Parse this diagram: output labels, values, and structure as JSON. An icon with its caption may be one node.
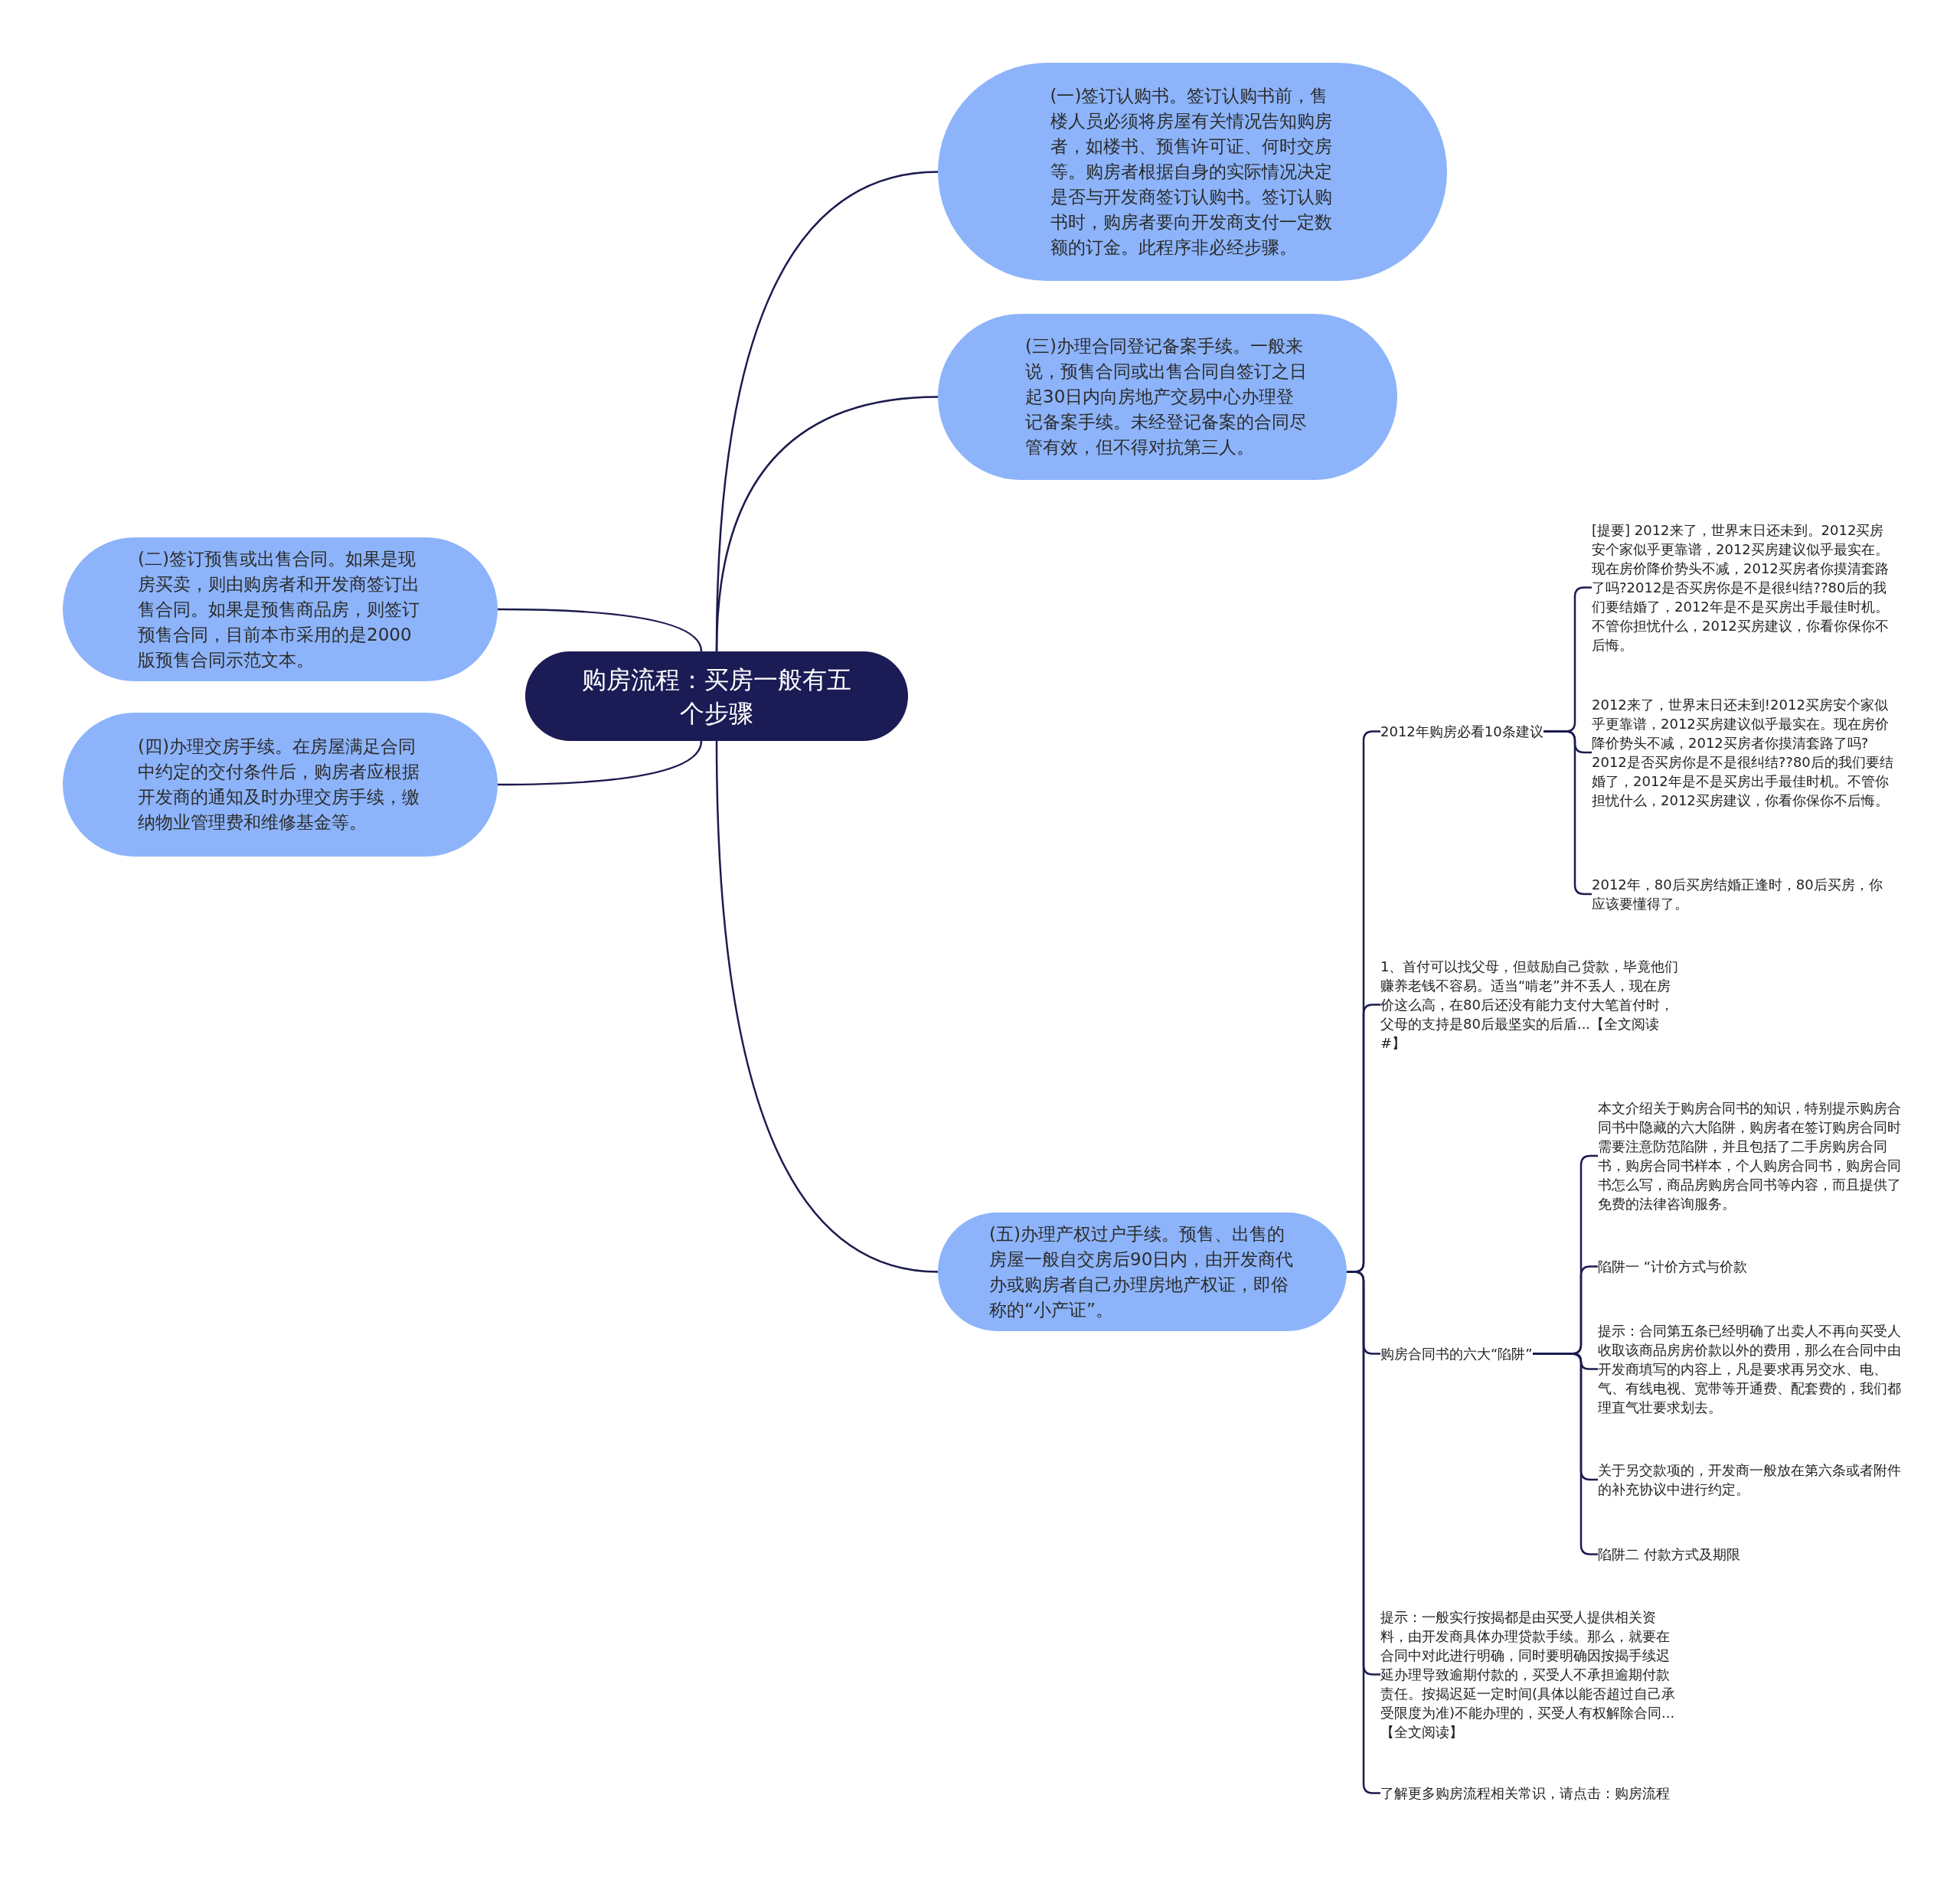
{
  "diagram": {
    "nodes": [
      {
        "text": [
          "购房流程：买房一般有五个步骤"
        ]
      },
      {
        "text": [
          "(一)签订认购书。签订认购书前，售楼人员必须将房屋有关情况告知购房者，如楼书、预售许可证、何时交房等。购房者根据自身的实际情况决定是否与开发商签订认购书。签订认购书时，购房者要向开发商支付一定数额的订金。此程序非必经步骤。"
        ]
      },
      {
        "text": [
          "(三)办理合同登记备案手续。一般来说，预售合同或出售合同自签订之日起30日内向房地产交易中心办理登记备案手续。未经登记备案的合同尽管有效，但不得对抗第三人。"
        ]
      },
      {
        "text": [
          "(二)签订预售或出售合同。如果是现房买卖，则由购房者和开发商签订出售合同。如果是预售商品房，则签订预售合同，目前本市采用的是2000 版预售合同示范文本。"
        ]
      },
      {
        "text": [
          "(四)办理交房手续。在房屋满足合同中约定的交付条件后，购房者应根据开发商的通知及时办理交房手续，缴纳物业管理费和维修基金等。"
        ]
      },
      {
        "text": [
          "(五)办理产权过户手续。预售、出售的房屋一般自交房后90日内，由开发商代办或购房者自己办理房地产权证，即俗称的“小产证”。"
        ]
      },
      {
        "text": [
          "2012年购房必看10条建议"
        ]
      },
      {
        "text": [
          "1、首付可以找父母，但鼓励自己贷款，毕竟他们赚养老钱不容易。适当“啃老”并不丢人，现在房价这么高，在80后还没有能力支付大笔首付时，父母的支持是80后最坚实的后盾...【全文阅读#】"
        ]
      },
      {
        "text": [
          "购房合同书的六大“陷阱”"
        ]
      },
      {
        "text": [
          "提示：一般实行按揭都是由买受人提供相关资料，由开发商具体办理贷款手续。那么，就要在合同中对此进行明确，同时要明确因按揭手续迟延办理导致逾期付款的，买受人不承担逾期付款责任。按揭迟延一定时间(具体以能否超过自己承受限度为准)不能办理的，买受人有权解除合同...【全文阅读】"
        ]
      },
      {
        "text": [
          "了解更多购房流程相关常识，请点击：购房流程"
        ]
      },
      {
        "text": [
          "[提要] 2012来了，世界末日还未到。2012买房安个家似乎更靠谱，2012买房建议似乎最实在。现在房价降价势头不减，2012买房者你摸清套路了吗?2012是否买房你是不是很纠结??80后的我们要结婚了，2012年是不是买房出手最佳时机。不管你担忧什么，2012买房建议，你看你保你不后悔。"
        ]
      },
      {
        "text": [
          "2012来了，世界末日还未到!2012买房安个家似乎更靠谱，2012买房建议似乎最实在。现在房价降价势头不减，2012买房者你摸清套路了吗?2012是否买房你是不是很纠结??80后的我们要结婚了，2012年是不是买房出手最佳时机。不管你担忧什么，2012买房建议，你看你保你不后悔。"
        ]
      },
      {
        "text": [
          "2012年，80后买房结婚正逢时，80后买房，你应该要懂得了。"
        ]
      },
      {
        "text": [
          "本文介绍关于购房合同书的知识，特别提示购房合同书中隐藏的六大陷阱，购房者在签订购房合同时需要注意防范陷阱，并且包括了二手房购房合同书，购房合同书样本，个人购房合同书，购房合同书怎么写，商品房购房合同书等内容，而且提供了免费的法律咨询服务。"
        ]
      },
      {
        "text": [
          "陷阱一 “计价方式与价款"
        ]
      },
      {
        "text": [
          "提示：合同第五条已经明确了出卖人不再向买受人收取该商品房房价款以外的费用，那么在合同中由开发商填写的内容上，凡是要求再另交水、电、气、有线电视、宽带等开通费、配套费的，我们都理直气壮要求划去。"
        ]
      },
      {
        "text": [
          "关于另交款项的，开发商一般放在第六条或者附件的补充协议中进行约定。"
        ]
      },
      {
        "text": [
          "陷阱二 付款方式及期限"
        ]
      }
    ],
    "edges": [
      {
        "from": 0,
        "to": 1,
        "arrow": "none"
      },
      {
        "from": 0,
        "to": 2,
        "arrow": "none"
      },
      {
        "from": 0,
        "to": 3,
        "arrow": "none"
      },
      {
        "from": 0,
        "to": 4,
        "arrow": "none"
      },
      {
        "from": 0,
        "to": 5,
        "arrow": "none"
      },
      {
        "from": 5,
        "to": 6,
        "arrow": "none"
      },
      {
        "from": 5,
        "to": 7,
        "arrow": "none"
      },
      {
        "from": 5,
        "to": 8,
        "arrow": "none"
      },
      {
        "from": 5,
        "to": 9,
        "arrow": "none"
      },
      {
        "from": 5,
        "to": 10,
        "arrow": "none"
      },
      {
        "from": 6,
        "to": 11,
        "arrow": "none"
      },
      {
        "from": 6,
        "to": 12,
        "arrow": "none"
      },
      {
        "from": 6,
        "to": 13,
        "arrow": "none"
      },
      {
        "from": 8,
        "to": 14,
        "arrow": "none"
      },
      {
        "from": 8,
        "to": 15,
        "arrow": "none"
      },
      {
        "from": 8,
        "to": 16,
        "arrow": "none"
      },
      {
        "from": 8,
        "to": 17,
        "arrow": "none"
      },
      {
        "from": 8,
        "to": 18,
        "arrow": "none"
      }
    ]
  }
}
